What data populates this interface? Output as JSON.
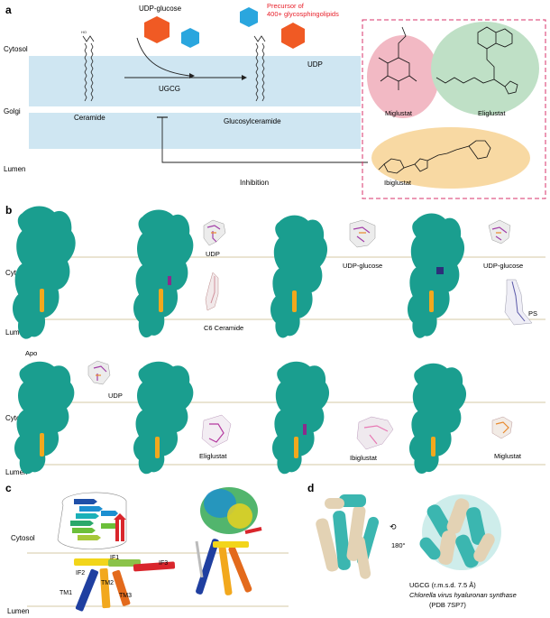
{
  "panel_a": {
    "letter": "a",
    "compartments": {
      "cytosol": "Cytosol",
      "golgi": "Golgi",
      "lumen": "Lumen"
    },
    "udp_glucose": "UDP-glucose",
    "precursor_line1": "Precursor of",
    "precursor_line2": "400+ glycosphingolipids",
    "udp": "UDP",
    "enzyme": "UGCG",
    "ceramide": "Ceramide",
    "glucosylceramide": "Glucosylceramide",
    "inhibition": "Inhibition",
    "inhibitors": [
      "Miglustat",
      "Eliglustat",
      "Ibiglustat"
    ],
    "colors": {
      "membrane": "#cfe6f2",
      "hexagon_orange": "#f05a24",
      "hexagon_blue": "#2aa6de",
      "inhibitor_box": "#d9336b",
      "miglustat": "#f2b9c4",
      "eliglustat": "#bfe0c6",
      "ibiglustat": "#f8d9a3"
    }
  },
  "panel_b": {
    "letter": "b",
    "cytosol": "Cytosol",
    "lumen": "Lumen",
    "ligands_row1": [
      "UDP",
      "C6 Ceramide",
      "UDP-glucose",
      "UDP-glucose",
      "PS"
    ],
    "apo": "Apo",
    "ligands_row2": [
      "UDP",
      "Eliglustat",
      "Ibiglustat",
      "Miglustat"
    ],
    "colors": {
      "density": "#1a9e8f",
      "helix": "#f2a81d"
    }
  },
  "panel_c": {
    "letter": "c",
    "cytosol": "Cytosol",
    "lumen": "Lumen",
    "helices": [
      "IF1",
      "IF2",
      "IF3",
      "TM1",
      "TM2",
      "TM3"
    ]
  },
  "panel_d": {
    "letter": "d",
    "rotation": "180°",
    "caption_line1": "UGCG (r.m.s.d. 7.5 Å)",
    "caption_line2": "Chlorella virus hyaluronan synthase",
    "caption_line3": "(PDB 7SP7)",
    "colors": {
      "ugcg": "#3bb6b0",
      "synthase": "#e3d2b4"
    }
  }
}
